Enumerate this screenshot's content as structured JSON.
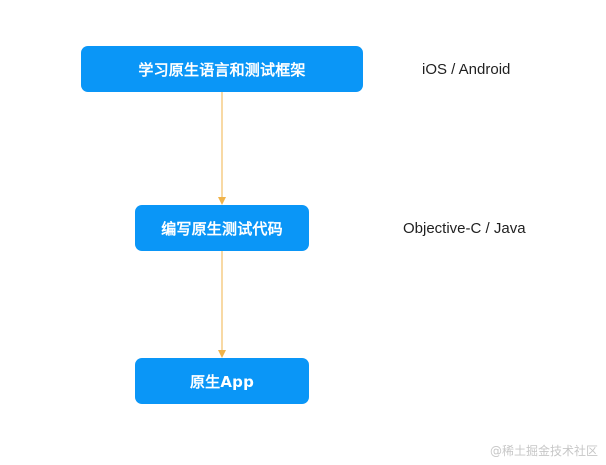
{
  "colors": {
    "node_fill": "#0a96f7",
    "node_text": "#ffffff",
    "connector": "#f0b34a",
    "label_text": "#1f1f1f",
    "watermark_text": "#c7c7c7"
  },
  "nodes": [
    {
      "id": "learn-native",
      "text": "学习原生语言和测试框架"
    },
    {
      "id": "write-tests",
      "text": "编写原生测试代码"
    },
    {
      "id": "native-app",
      "text": "原生App"
    }
  ],
  "side_labels": [
    {
      "text": "iOS / Android"
    },
    {
      "text": "Objective-C / Java"
    }
  ],
  "edges": [
    {
      "from": "learn-native",
      "to": "write-tests"
    },
    {
      "from": "write-tests",
      "to": "native-app"
    }
  ],
  "watermark": "@稀土掘金技术社区"
}
